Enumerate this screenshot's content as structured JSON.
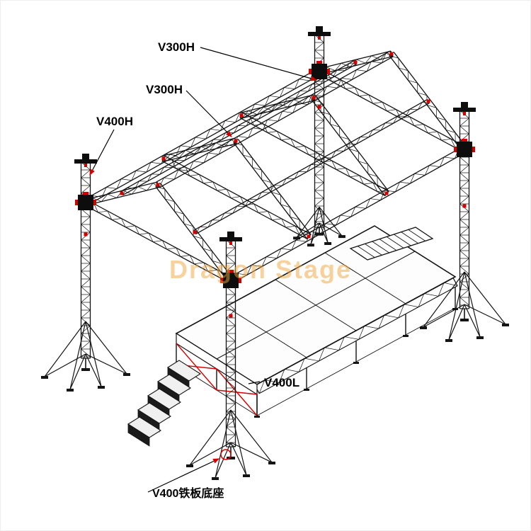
{
  "diagram": {
    "watermark": {
      "text": "Dragon Stage",
      "color": "#f0a63c"
    },
    "labels": {
      "ridge_truss": "V300H",
      "gable_truss": "V300H",
      "tower_truss": "V400H",
      "stage_truss": "V400L",
      "base_plate": "V400铁板底座"
    },
    "colors": {
      "line": "#141414",
      "accent": "#d40000",
      "deck": "#fdfdfd"
    }
  }
}
